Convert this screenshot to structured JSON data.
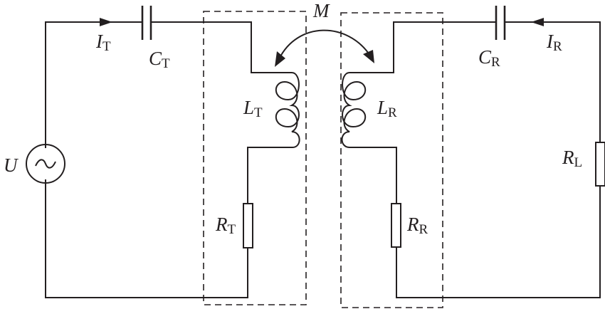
{
  "labels": {
    "current_tx": {
      "main": "I",
      "sub": "T"
    },
    "current_rx": {
      "main": "I",
      "sub": "R"
    },
    "cap_tx": {
      "main": "C",
      "sub": "T"
    },
    "cap_rx": {
      "main": "C",
      "sub": "R"
    },
    "ind_tx": {
      "main": "L",
      "sub": "T"
    },
    "ind_rx": {
      "main": "L",
      "sub": "R"
    },
    "res_tx": {
      "main": "R",
      "sub": "T"
    },
    "res_rx": {
      "main": "R",
      "sub": "R"
    },
    "res_load": {
      "main": "R",
      "sub": "L"
    },
    "source": {
      "main": "U"
    },
    "mutual": {
      "main": "M"
    }
  },
  "icons": {
    "source": "ac-source-icon",
    "coupling": "double-arrow-icon"
  }
}
